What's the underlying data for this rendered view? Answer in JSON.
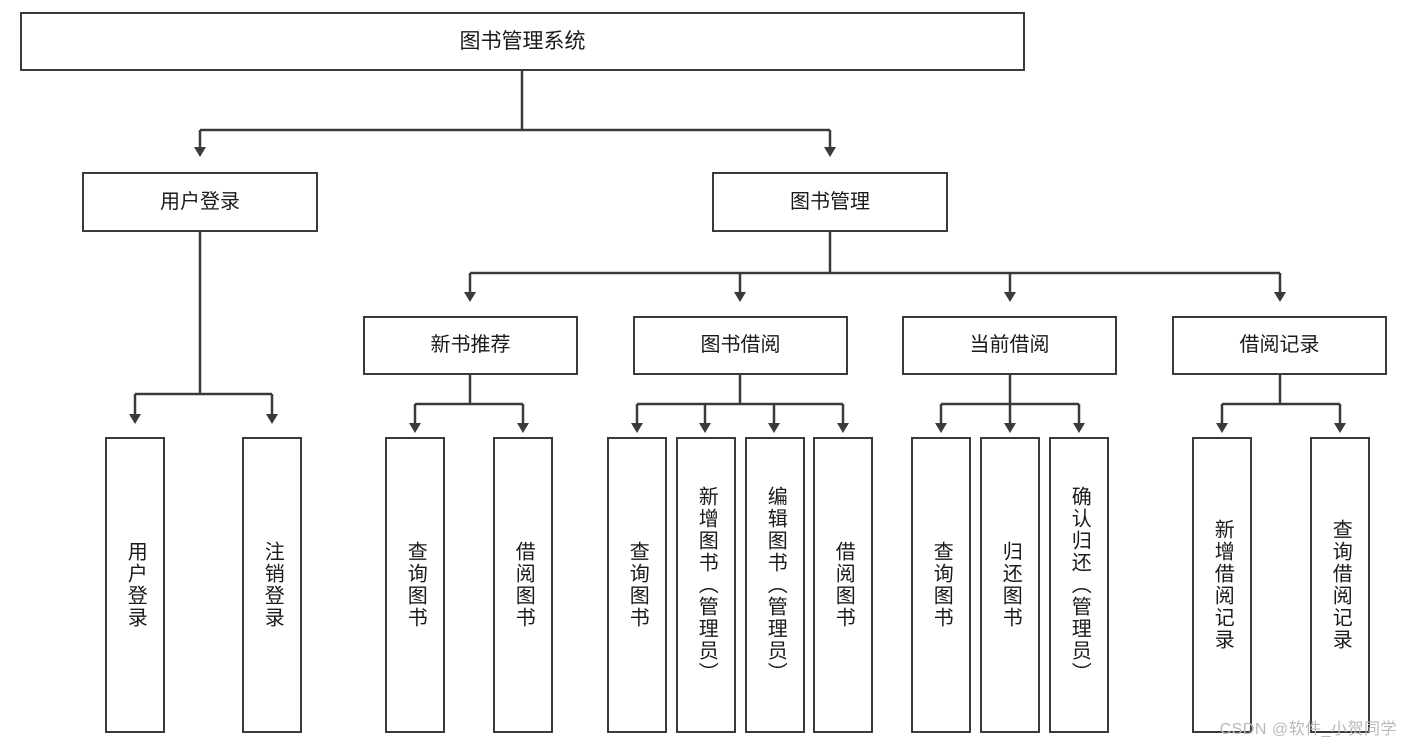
{
  "diagram": {
    "type": "tree",
    "title": "图书管理系统",
    "root": {
      "id": "root",
      "label": "图书管理系统"
    },
    "level1": [
      {
        "id": "user-login",
        "label": "用户登录"
      },
      {
        "id": "book-management",
        "label": "图书管理"
      }
    ],
    "level2": [
      {
        "id": "new-book-recommend",
        "label": "新书推荐",
        "parent": "book-management"
      },
      {
        "id": "book-borrow",
        "label": "图书借阅",
        "parent": "book-management"
      },
      {
        "id": "current-borrow",
        "label": "当前借阅",
        "parent": "book-management"
      },
      {
        "id": "borrow-record",
        "label": "借阅记录",
        "parent": "book-management"
      }
    ],
    "leaves": [
      {
        "id": "leaf-user-login",
        "label": "用户登录",
        "parent": "user-login"
      },
      {
        "id": "leaf-logout-login",
        "label": "注销登录",
        "parent": "user-login"
      },
      {
        "id": "leaf-query-book-1",
        "label": "查询图书",
        "parent": "new-book-recommend"
      },
      {
        "id": "leaf-borrow-book-1",
        "label": "借阅图书",
        "parent": "new-book-recommend"
      },
      {
        "id": "leaf-query-book-2",
        "label": "查询图书",
        "parent": "book-borrow"
      },
      {
        "id": "leaf-add-book",
        "label": "新增图书（管理员）",
        "parent": "book-borrow"
      },
      {
        "id": "leaf-edit-book",
        "label": "编辑图书（管理员）",
        "parent": "book-borrow"
      },
      {
        "id": "leaf-borrow-book-2",
        "label": "借阅图书",
        "parent": "book-borrow"
      },
      {
        "id": "leaf-query-book-3",
        "label": "查询图书",
        "parent": "current-borrow"
      },
      {
        "id": "leaf-return-book",
        "label": "归还图书",
        "parent": "current-borrow"
      },
      {
        "id": "leaf-confirm-return",
        "label": "确认归还（管理员）",
        "parent": "current-borrow"
      },
      {
        "id": "leaf-add-record",
        "label": "新增借阅记录",
        "parent": "borrow-record"
      },
      {
        "id": "leaf-query-record",
        "label": "查询借阅记录",
        "parent": "borrow-record"
      }
    ]
  },
  "watermark": {
    "text": "CSDN @软件_小贺同学"
  },
  "colors": {
    "stroke": "#3a3a3a",
    "fill": "#ffffff",
    "text": "#1a1a1a",
    "watermark": "#b9b9b9"
  }
}
